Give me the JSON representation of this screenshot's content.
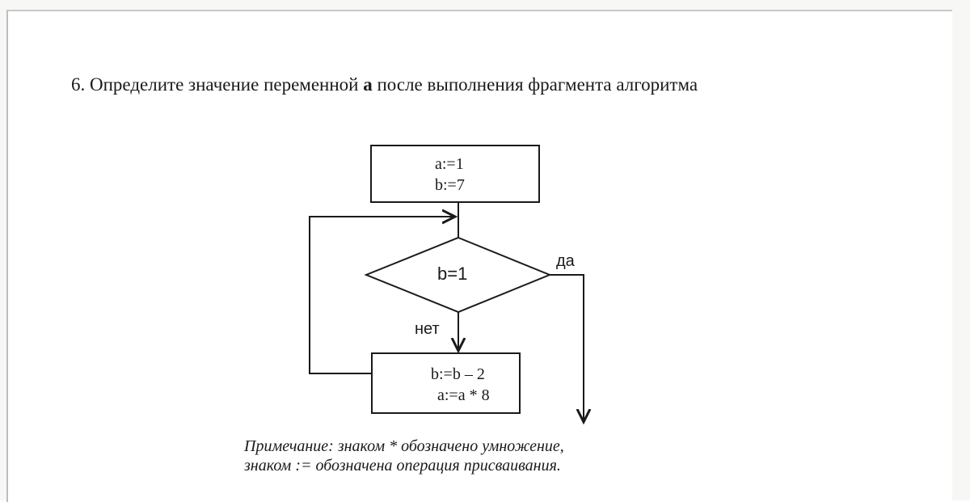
{
  "question": {
    "number": "6.",
    "text_before": "Определите значение переменной",
    "variable": "а",
    "text_after": "после выполнения фрагмента алгоритма"
  },
  "flowchart": {
    "init_block": {
      "line1": "a:=1",
      "line2": "b:=7"
    },
    "condition": "b=1",
    "yes_label": "да",
    "no_label": "нет",
    "loop_block": {
      "line1": "b:=b – 2",
      "line2": "a:=a * 8"
    }
  },
  "note": {
    "line1": "Примечание: знаком * обозначено умножение,",
    "line2": "знаком := обозначена операция присваивания."
  }
}
